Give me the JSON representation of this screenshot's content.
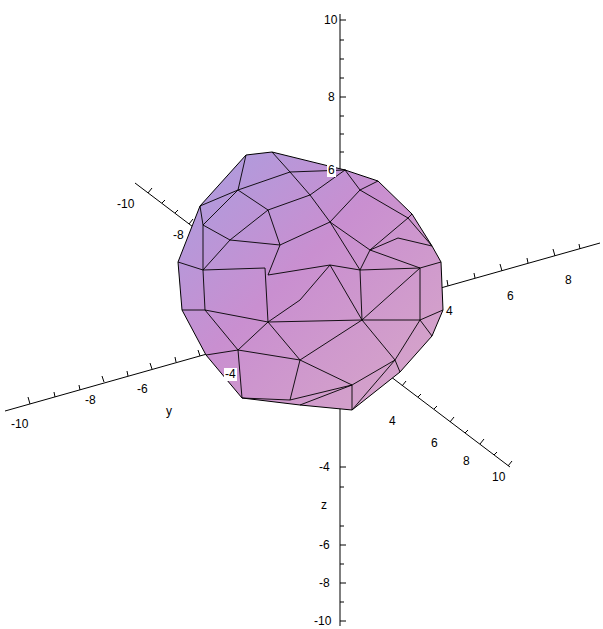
{
  "diagram": {
    "labels": [
      "10",
      "8",
      "6",
      "-10",
      "-8",
      "8",
      "6",
      "4",
      "-10",
      "-8",
      "-6",
      "y",
      "-4",
      "4",
      "6",
      "8",
      "10",
      "-4",
      "z",
      "-6",
      "-8",
      "-10"
    ]
  }
}
